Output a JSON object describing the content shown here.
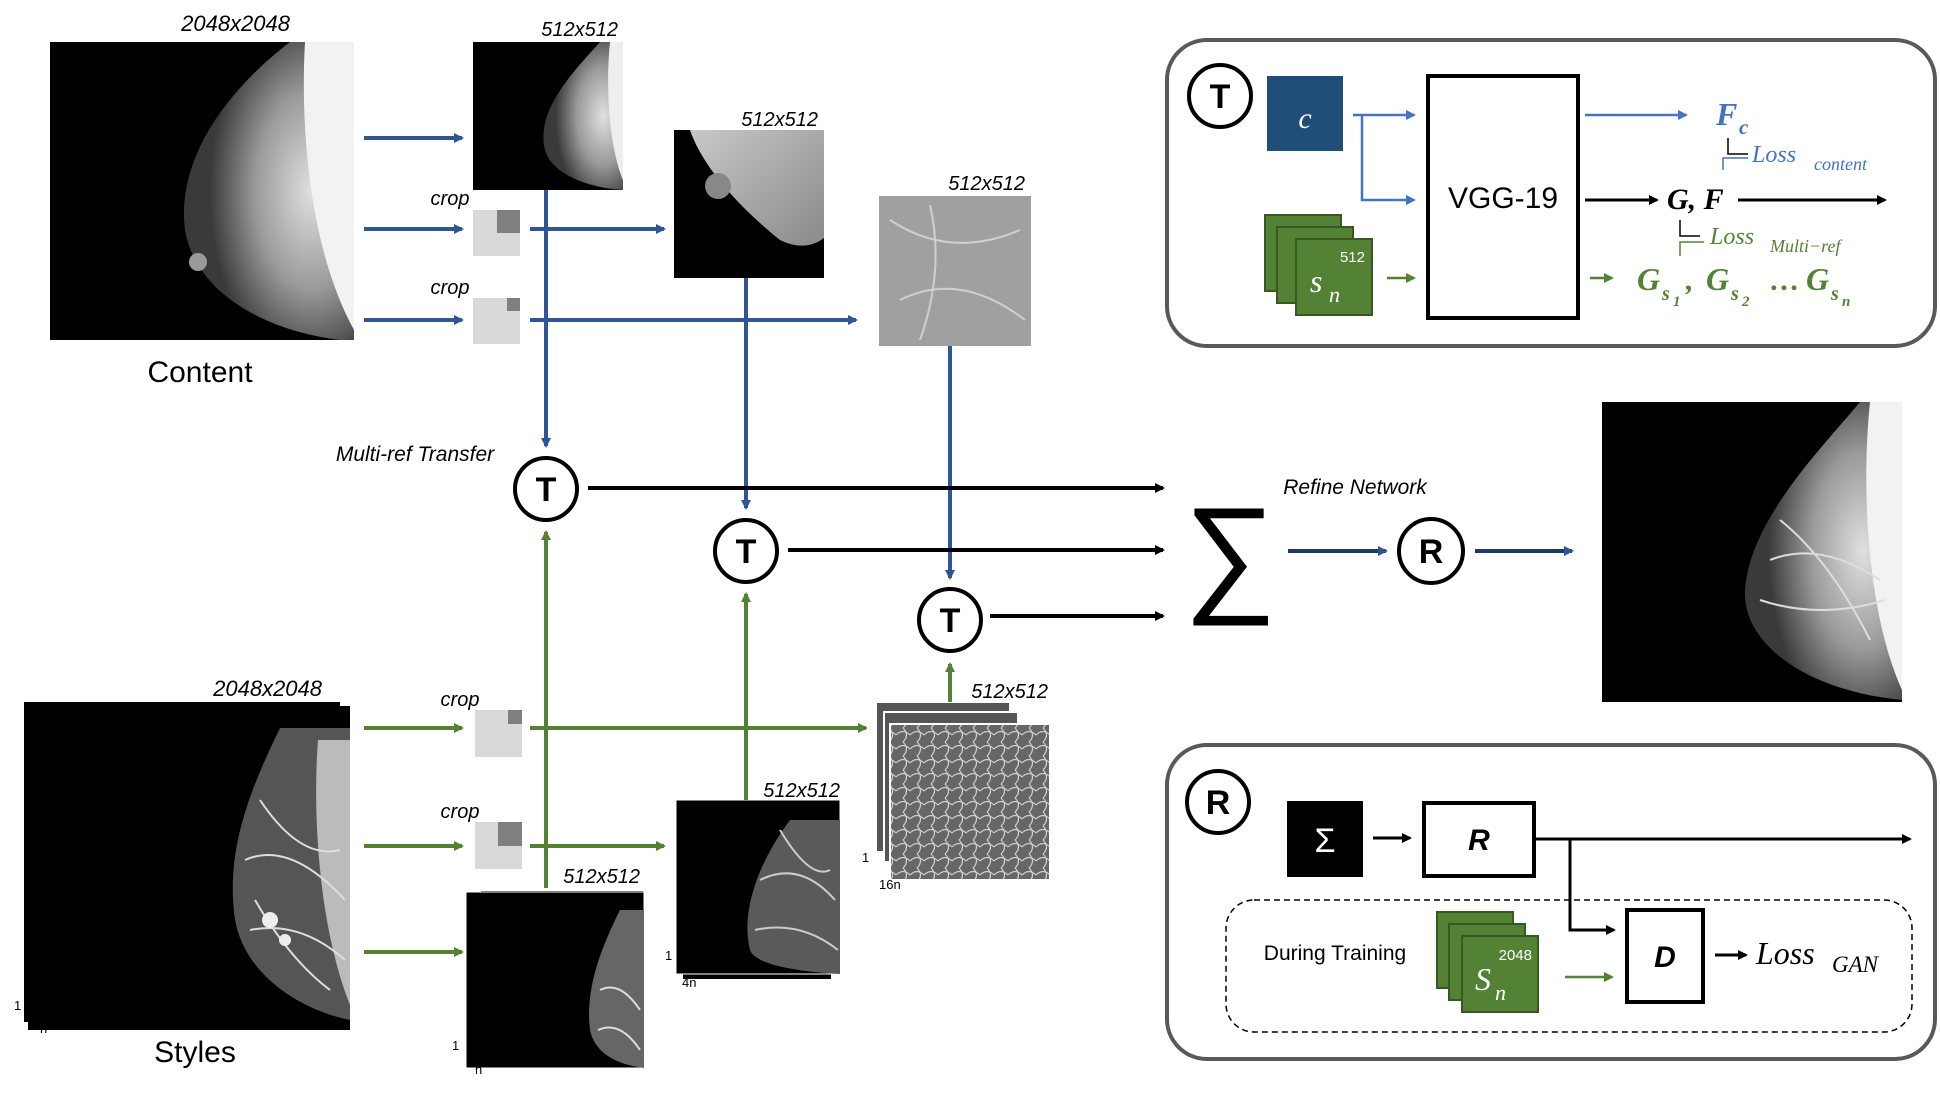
{
  "sizes": {
    "content_full": "2048x2048",
    "content_crop1": "512x512",
    "content_crop2": "512x512",
    "content_crop3": "512x512",
    "style_full": "2048x2048",
    "style_crop1": "512x512",
    "style_crop2": "512x512",
    "style_crop3": "512x512"
  },
  "labels": {
    "content": "Content",
    "styles": "Styles",
    "crop": "crop",
    "multi_ref_transfer": "Multi-ref Transfer",
    "refine_network": "Refine Network",
    "sum_symbol": "∑"
  },
  "stack_counters": {
    "style_full": {
      "first": "1",
      "last": "n"
    },
    "style_crop1": {
      "first": "1",
      "last": "n"
    },
    "style_crop2": {
      "first": "1",
      "last": "4n"
    },
    "style_crop3": {
      "first": "1",
      "last": "16n"
    }
  },
  "nodes": {
    "transfer": "T",
    "refine": "R"
  },
  "transfer_panel": {
    "badge": "T",
    "content_input": "c",
    "style_input_base": "s",
    "style_input_sub": "n",
    "style_input_size": "512",
    "network": "VGG-19",
    "content_feature_base": "F",
    "content_feature_sub": "c",
    "loss_content_base": "Loss",
    "loss_content_sub": "content",
    "gram_features": "G, F",
    "loss_multi_base": "Loss",
    "loss_multi_sub": "Multi−ref",
    "style_grams_1_sub": "s",
    "style_grams_1_subsub": "1",
    "style_grams_2_sub": "s",
    "style_grams_2_subsub": "2",
    "style_grams_ellipsis": "…",
    "style_grams_n_sub": "s",
    "style_grams_n_subsub": "n",
    "gram_base": "G"
  },
  "refine_panel": {
    "badge": "R",
    "sum_input": "Σ",
    "refiner": "R",
    "during_training": "During Training",
    "style_input_base": "S",
    "style_input_sub": "n",
    "style_input_size": "2048",
    "discriminator": "D",
    "loss_gan_base": "Loss",
    "loss_gan_sub": "GAN"
  },
  "colors": {
    "blue": "#2f5597",
    "light_blue": "#4472c4",
    "green": "#548235",
    "dark_green": "#385723",
    "content_box": "#1f4e79",
    "black": "#000000"
  }
}
